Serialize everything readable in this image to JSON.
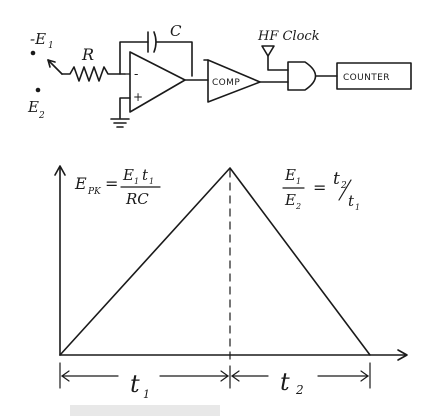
{
  "circuit": {
    "input1_label": "-E",
    "input1_sub": "1",
    "input2_label": "E",
    "input2_sub": "2",
    "resistor_label": "R",
    "capacitor_label": "C",
    "opamp_minus": "-",
    "opamp_plus": "+",
    "comparator_label": "COMP",
    "clock_label": "HF Clock",
    "counter_label": "COUNTER"
  },
  "graph": {
    "peak_formula_lhs": "E",
    "peak_formula_lhs_sub": "PK",
    "peak_formula_eq": "=",
    "peak_formula_num": "E",
    "peak_formula_num_sub": "1",
    "peak_formula_num_t": "t",
    "peak_formula_num_t_sub": "1",
    "peak_formula_den": "RC",
    "ratio_num": "E",
    "ratio_num_sub": "1",
    "ratio_den": "E",
    "ratio_den_sub": "2",
    "ratio_eq": "=",
    "ratio_rhs_num": "t",
    "ratio_rhs_num_sub": "2",
    "ratio_rhs_den": "t",
    "ratio_rhs_den_sub": "1",
    "t1_label": "t",
    "t1_sub": "1",
    "t2_label": "t",
    "t2_sub": "2"
  }
}
